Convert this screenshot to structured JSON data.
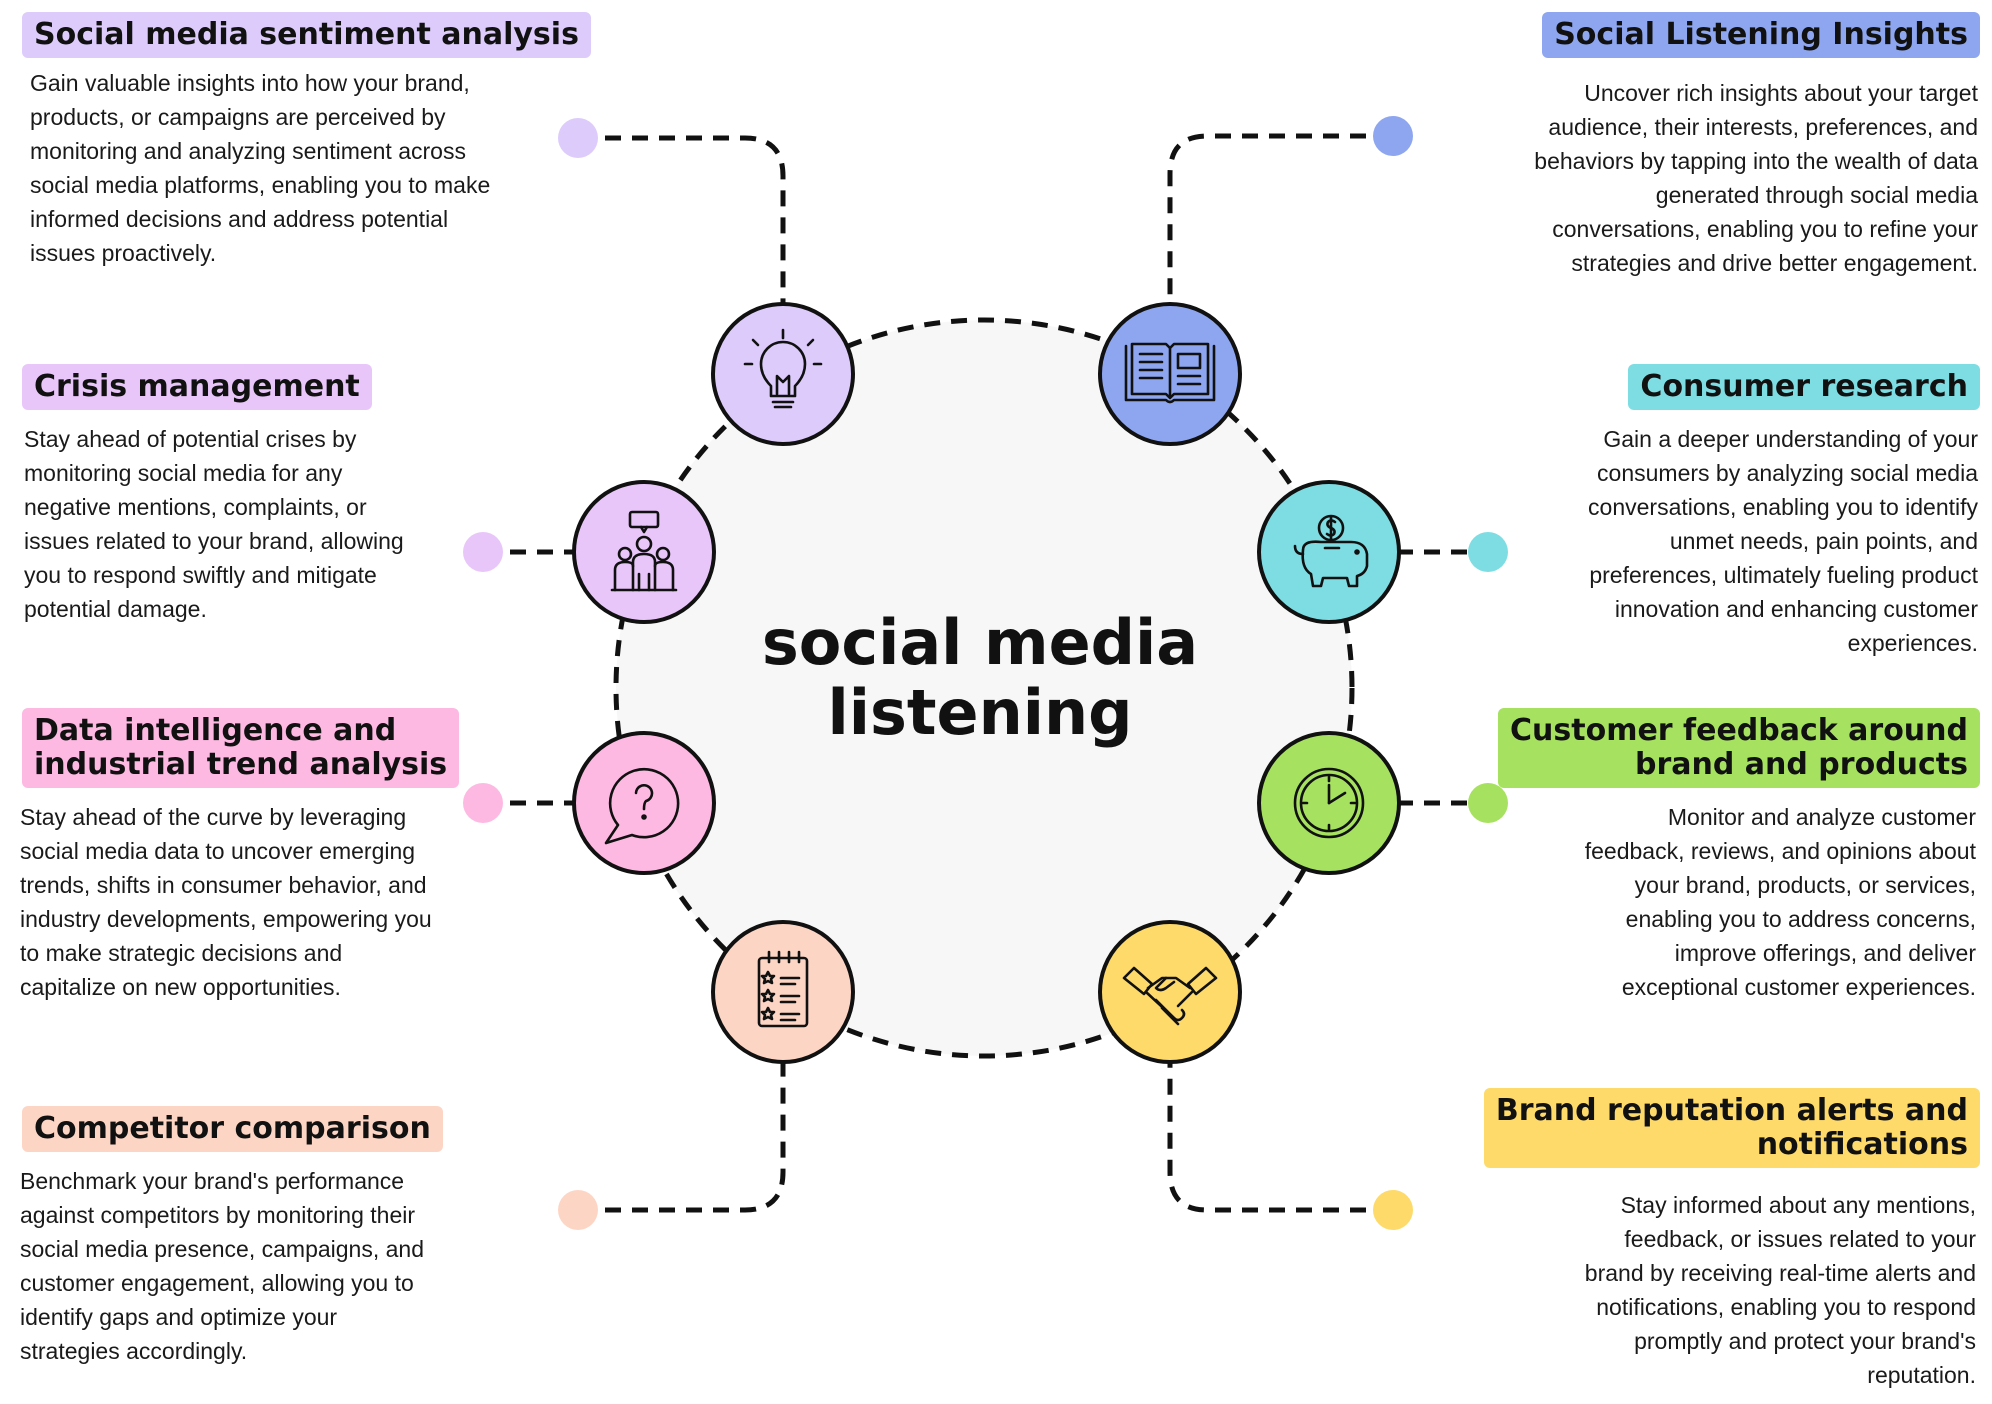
{
  "center": {
    "line1": "social media",
    "line2": "listening"
  },
  "cards": [
    {
      "id": "sentiment",
      "title_lines": [
        "Social media sentiment analysis"
      ],
      "description": "Gain valuable insights into how your brand, products, or campaigns are perceived by monitoring and analyzing sentiment across social media platforms, enabling you to make informed decisions and address potential issues proactively.",
      "color": "#DCCBFB",
      "icon": "lightbulb-icon"
    },
    {
      "id": "crisis",
      "title_lines": [
        "Crisis management"
      ],
      "description": "Stay ahead of potential crises by monitoring social media for any negative mentions, complaints, or issues related to your brand, allowing you to respond swiftly and mitigate potential damage.",
      "color": "#E9C6F9",
      "icon": "team-discussion-icon"
    },
    {
      "id": "trend",
      "title_lines": [
        "Data intelligence and",
        "industrial trend analysis"
      ],
      "description": "Stay ahead of the curve by leveraging social media data to uncover emerging trends, shifts in consumer behavior, and industry developments, empowering you to make strategic decisions and capitalize on new opportunities.",
      "color": "#FDB9E2",
      "icon": "question-bubble-icon"
    },
    {
      "id": "competitor",
      "title_lines": [
        "Competitor comparison"
      ],
      "description": "Benchmark your brand's performance against competitors by monitoring their social media presence, campaigns, and customer engagement, allowing you to identify gaps and optimize your strategies accordingly.",
      "color": "#FDD5C5",
      "icon": "rating-checklist-icon"
    },
    {
      "id": "insights",
      "title_lines": [
        "Social Listening Insights"
      ],
      "description": "Uncover rich insights about your target audience, their interests, preferences, and behaviors by tapping into the wealth of data generated through social media conversations, enabling you to refine your strategies and drive better engagement.",
      "color": "#8EA6F0",
      "icon": "open-book-icon"
    },
    {
      "id": "consumer",
      "title_lines": [
        "Consumer research"
      ],
      "description": "Gain a deeper understanding of your consumers by analyzing social media conversations, enabling you to identify unmet needs, pain points, and preferences, ultimately fueling product innovation and enhancing customer experiences.",
      "color": "#7EDDE3",
      "icon": "piggy-bank-icon"
    },
    {
      "id": "feedback",
      "title_lines": [
        "Customer feedback around",
        "brand and products"
      ],
      "description": "Monitor and analyze customer feedback, reviews, and opinions about your brand, products, or services, enabling you to address concerns, improve offerings, and deliver exceptional customer experiences.",
      "color": "#A6E160",
      "icon": "clock-icon"
    },
    {
      "id": "reputation",
      "title_lines": [
        "Brand reputation alerts and",
        "notifications"
      ],
      "description": "Stay informed about any mentions, feedback, or issues related to your brand by receiving real-time alerts and notifications, enabling you to respond promptly and protect your brand's reputation.",
      "color": "#FDDA6A",
      "icon": "handshake-icon"
    }
  ]
}
